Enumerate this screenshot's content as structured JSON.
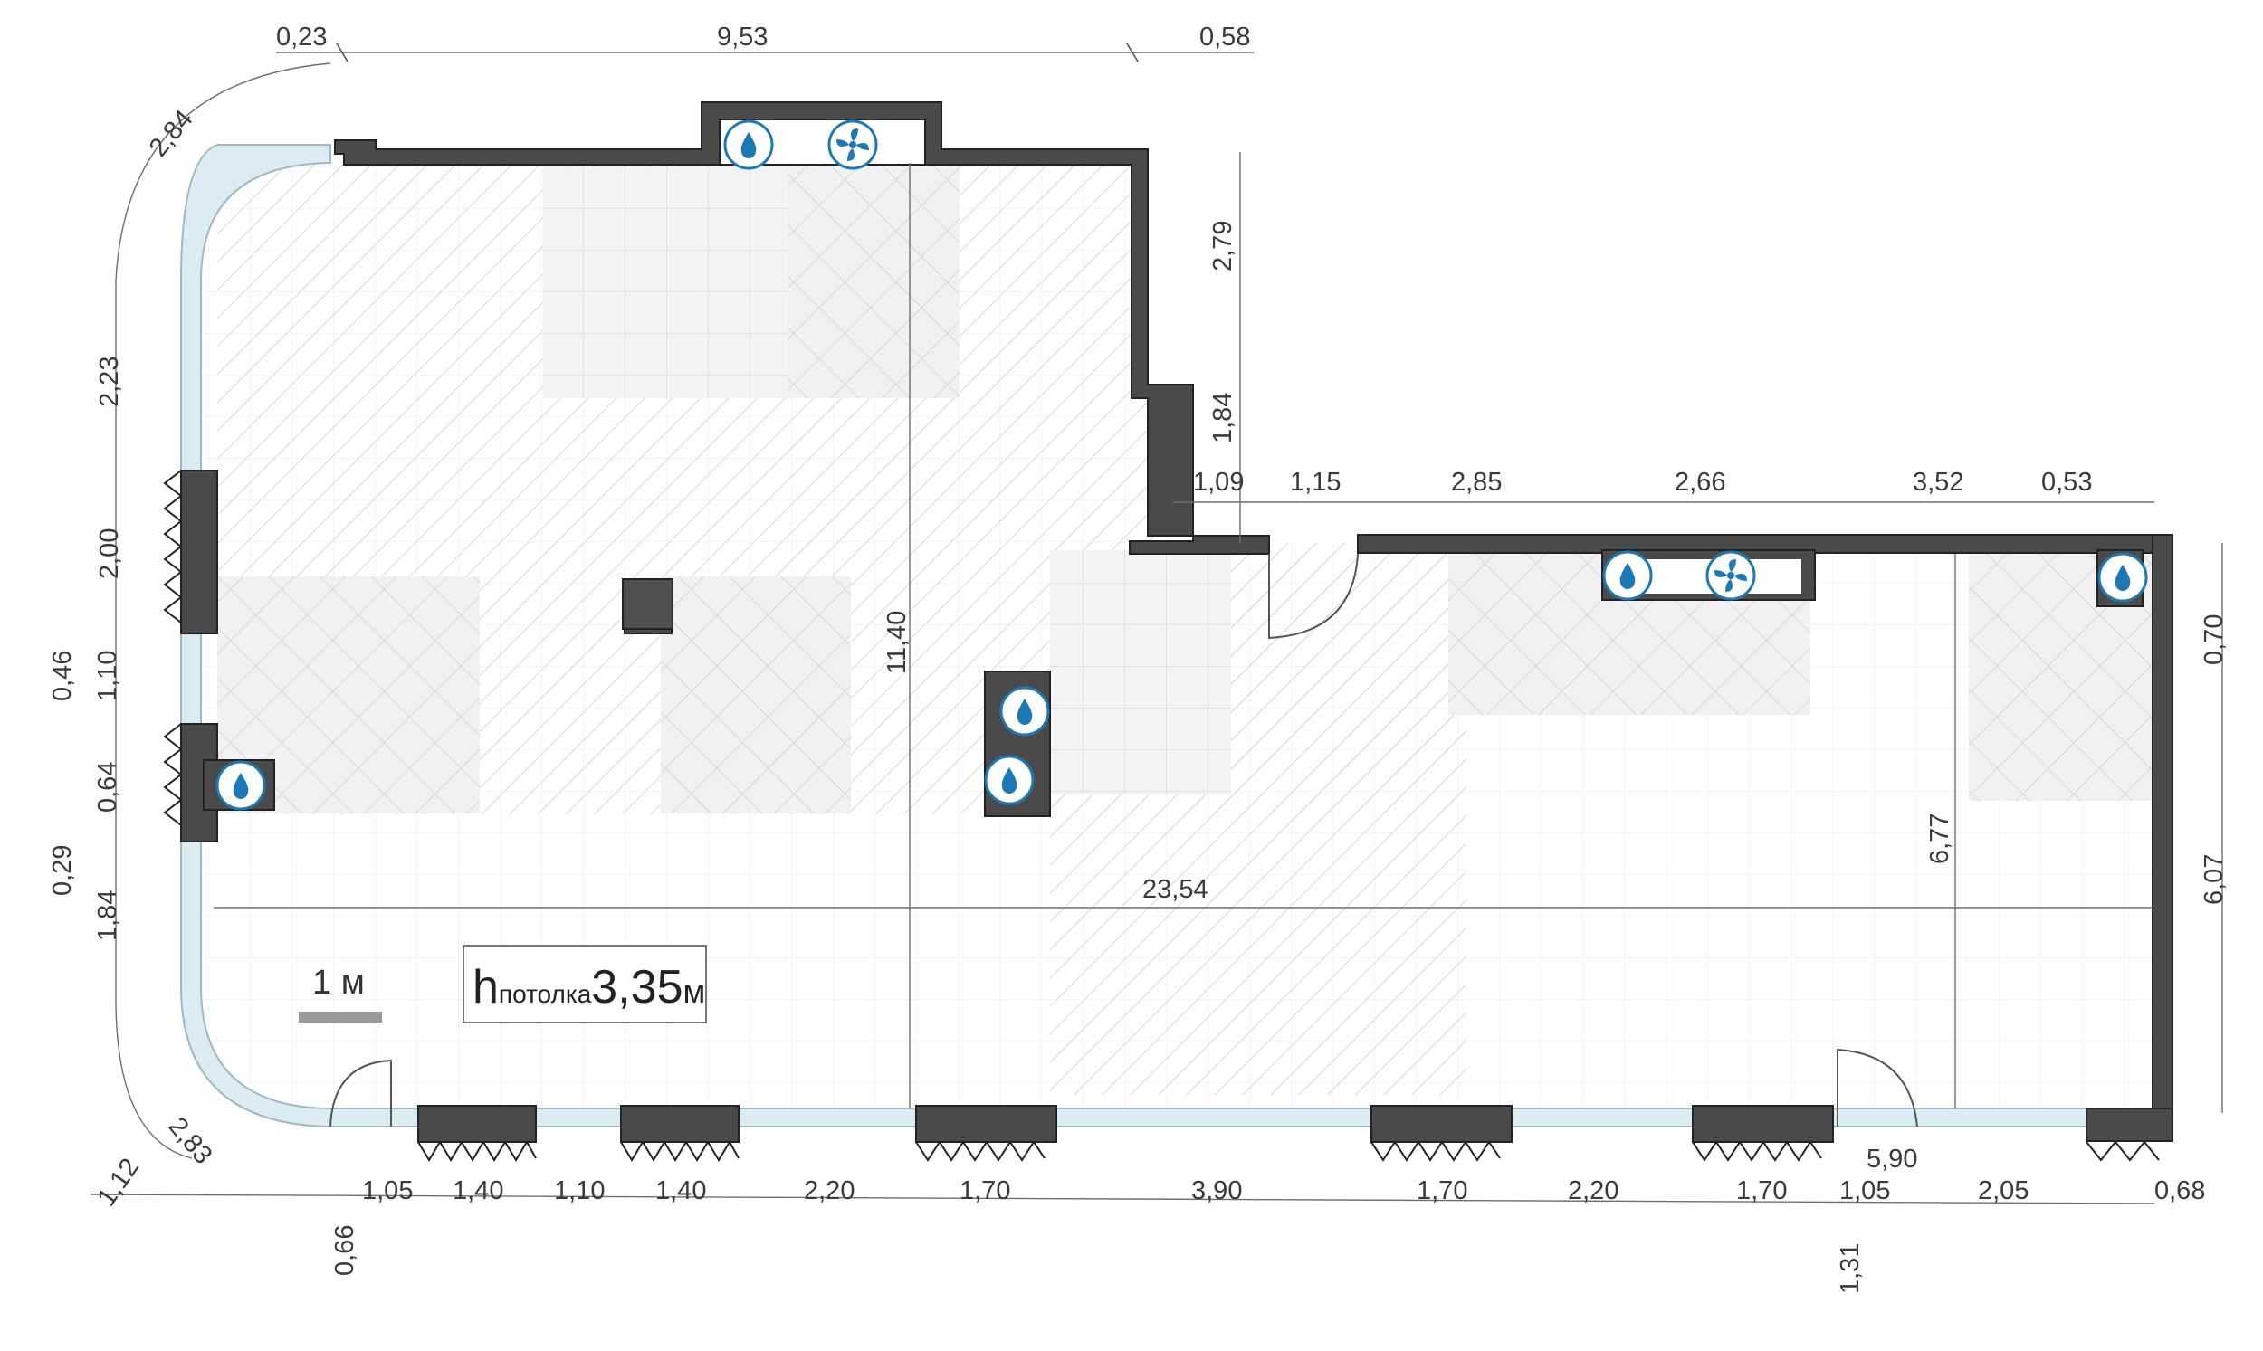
{
  "plan": {
    "ceiling": {
      "prefix": "h",
      "subscript": "потолка",
      "value": "3,35",
      "unit": "м"
    },
    "scale": {
      "label": "1 м"
    },
    "dims_top": [
      "0,23",
      "9,53",
      "0,58"
    ],
    "dims_right_top": [
      "2,79",
      "1,84"
    ],
    "dims_mid": [
      "1,09",
      "1,15",
      "2,85",
      "2,66",
      "3,52",
      "0,53"
    ],
    "dims_left": [
      "2,84",
      "2,23",
      "2,00",
      "0,46",
      "1,10",
      "0,64",
      "0,29",
      "1,84",
      "2,83",
      "1,12",
      "0,66"
    ],
    "dims_interior": [
      "11,40",
      "23,54",
      "6,77",
      "5,90"
    ],
    "dims_right": [
      "0,70",
      "6,07"
    ],
    "dims_bottom": [
      "1,05",
      "1,40",
      "1,10",
      "1,40",
      "2,20",
      "1,70",
      "3,90",
      "1,70",
      "2,20",
      "1,70",
      "1,05",
      "2,05",
      "0,68",
      "1,31"
    ]
  },
  "colors": {
    "wall": "#4a4a4a",
    "icon": "#1d79b6",
    "glass": "#dcecf3"
  },
  "icons": [
    "water-drop-icon",
    "fan-icon"
  ]
}
